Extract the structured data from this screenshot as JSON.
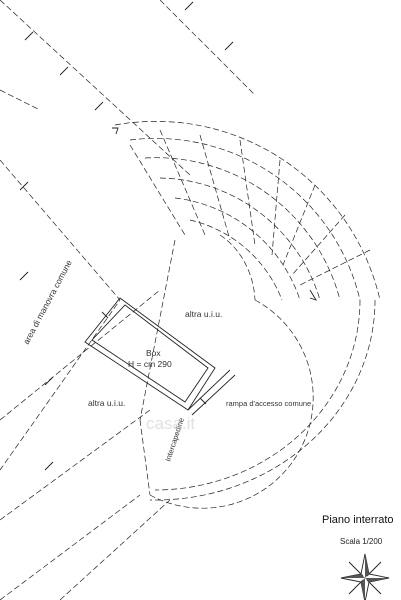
{
  "labels": {
    "area_manovra": "area di manovra comune",
    "altra_uiu_top": "altra u.i.u.",
    "altra_uiu_left": "altra u.i.u.",
    "box_name": "Box",
    "box_height": "H = cm 290",
    "intercapedine": "Intercapedine",
    "rampa": "rampa d'accesso comune"
  },
  "title": "Piano interrato",
  "scale": "Scala 1/200",
  "watermark": "casa.it",
  "icons": {
    "compass": "compass-rose-icon"
  }
}
